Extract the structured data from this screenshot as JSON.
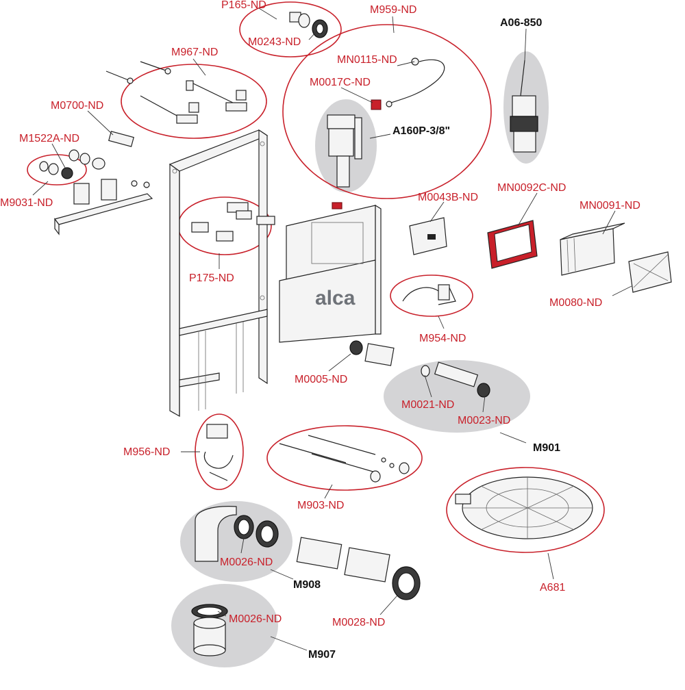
{
  "brand": "alca",
  "labels": {
    "P165": "P165-ND",
    "M0243": "M0243-ND",
    "M959": "M959-ND",
    "A06_850": "A06-850",
    "M967": "M967-ND",
    "MN0115": "MN0115-ND",
    "M0017C": "M0017C-ND",
    "M0700": "M0700-ND",
    "A160P": "A160P-3/8\"",
    "M1522A": "M1522A-ND",
    "M9031": "M9031-ND",
    "M0043B": "M0043B-ND",
    "MN0092C": "MN0092C-ND",
    "MN0091": "MN0091-ND",
    "P175": "P175-ND",
    "M0080": "M0080-ND",
    "M954": "M954-ND",
    "M0005": "M0005-ND",
    "M0021": "M0021-ND",
    "M0023": "M0023-ND",
    "M901": "M901",
    "M956": "M956-ND",
    "M903": "M903-ND",
    "M0026_a": "M0026-ND",
    "M908": "M908",
    "A681": "A681",
    "M0028": "M0028-ND",
    "M0026_b": "M0026-ND",
    "M907": "M907"
  },
  "colors": {
    "label_red": "#c8202a",
    "label_black": "#111111",
    "group_circle": "#c8202a",
    "kit_background": "#d4d4d6"
  }
}
